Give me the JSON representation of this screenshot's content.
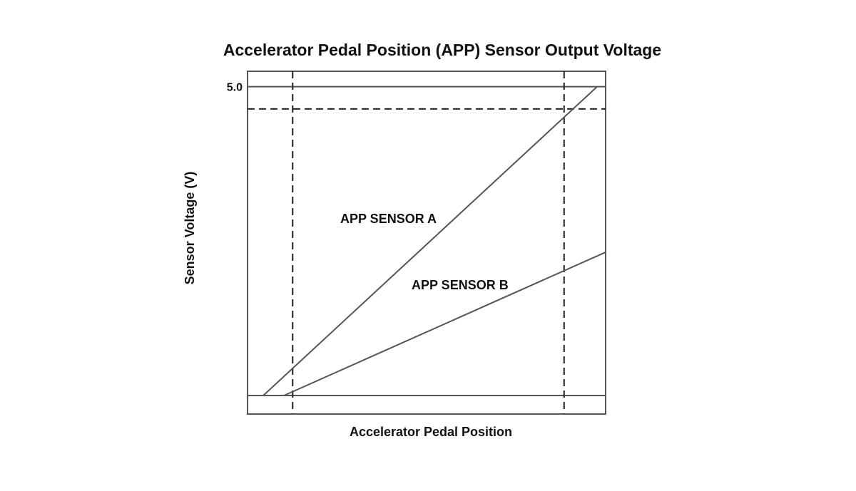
{
  "chart_data": {
    "type": "line",
    "title": "Accelerator Pedal Position (APP) Sensor Output Voltage",
    "xlabel": "Accelerator Pedal Position",
    "ylabel": "Sensor Voltage (V)",
    "y_ticks": [
      {
        "value": 5.0,
        "label": "5.0"
      }
    ],
    "ylim": [
      -0.3,
      5.25
    ],
    "xlim": [
      0,
      100
    ],
    "grid": false,
    "legend": "none",
    "reference_lines": {
      "horizontal_solid": [
        0,
        5.0
      ],
      "horizontal_dashed": [
        4.64
      ],
      "vertical_dashed": [
        12.6,
        88.4
      ]
    },
    "series": [
      {
        "name": "APP SENSOR A",
        "x": [
          4.4,
          97.6
        ],
        "y": [
          0,
          5.0
        ]
      },
      {
        "name": "APP SENSOR B",
        "x": [
          10.2,
          100
        ],
        "y": [
          0,
          2.32
        ]
      }
    ]
  }
}
